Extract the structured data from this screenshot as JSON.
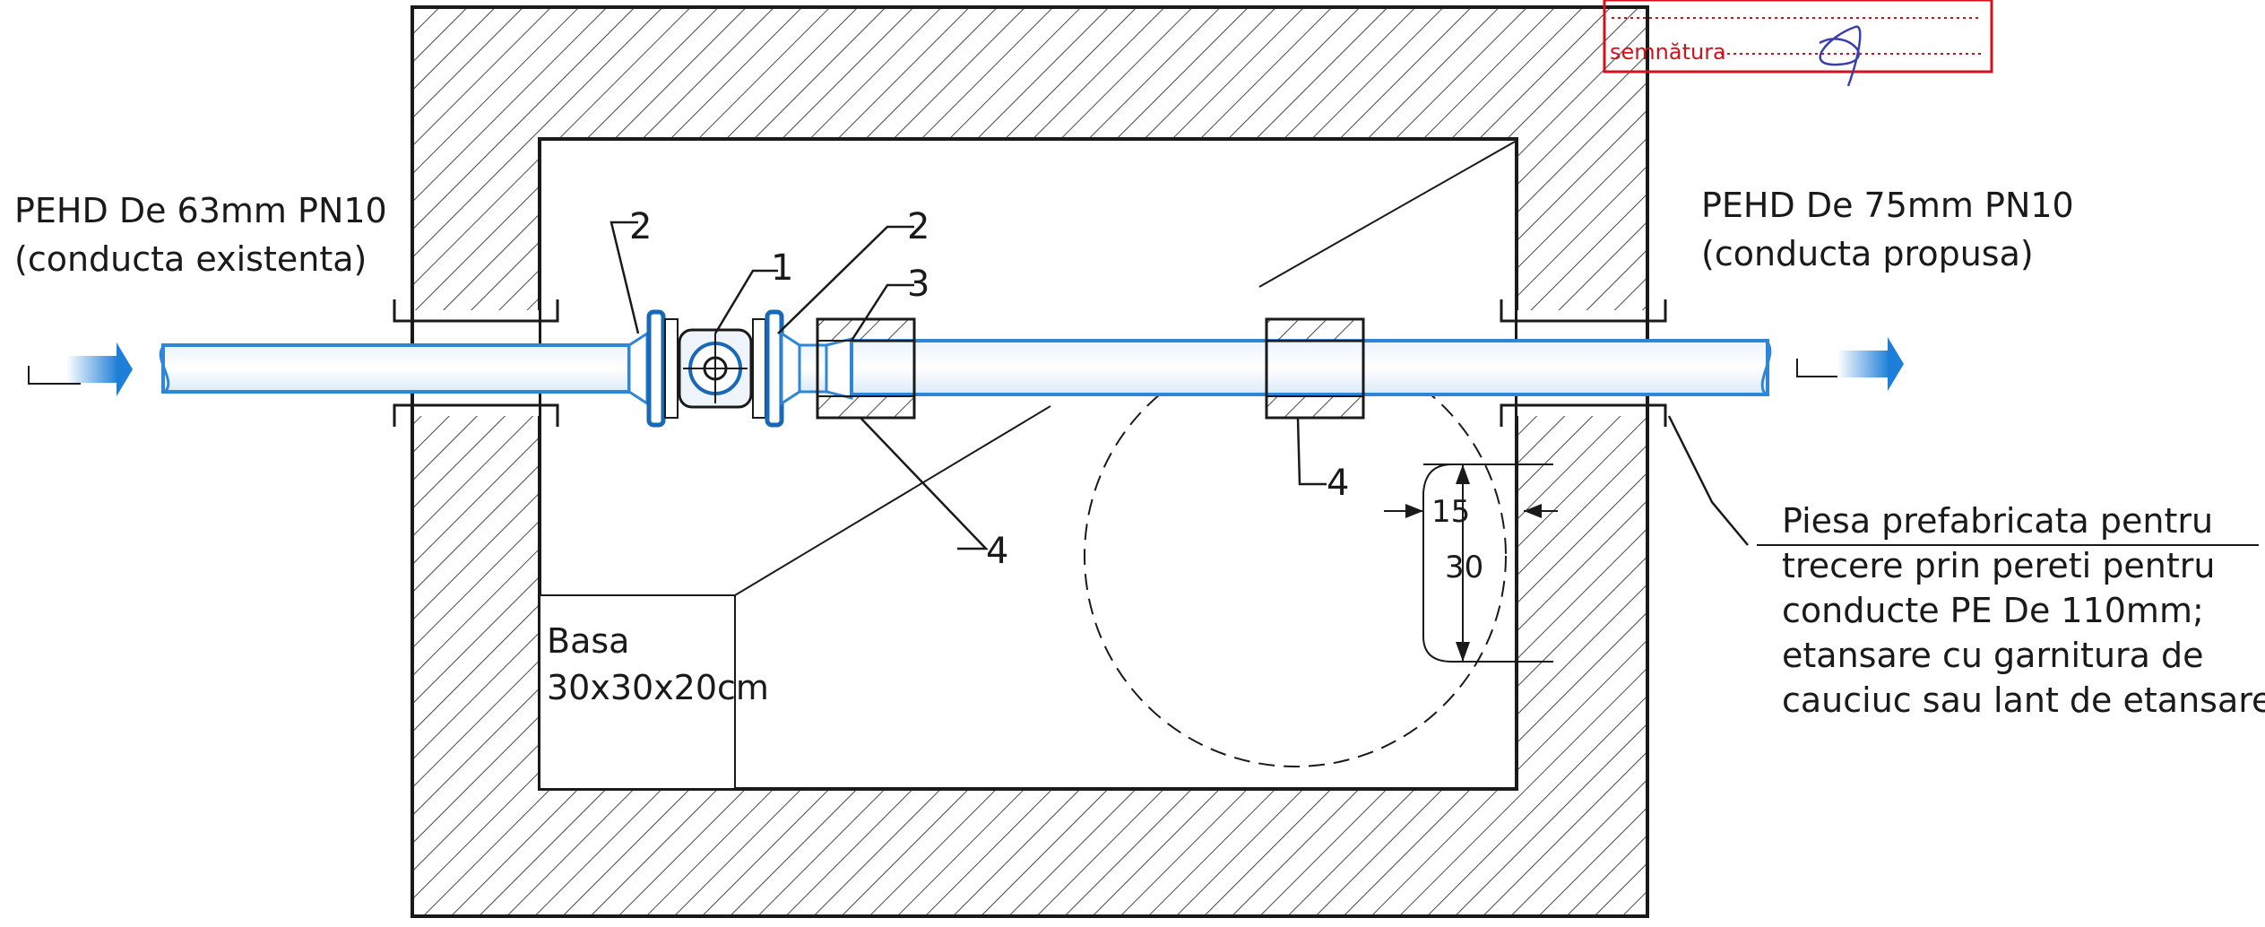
{
  "labels": {
    "inlet_line1": "PEHD De 63mm PN10",
    "inlet_line2": "(conducta existenta)",
    "outlet_line1": "PEHD De 75mm PN10",
    "outlet_line2": "(conducta propusa)",
    "base_line1": "Basa",
    "base_line2": "30x30x20cm",
    "note_lines": [
      "Piesa prefabricata pentru",
      "trecere prin pereti pentru",
      "conducte PE De 110mm;",
      "etansare cu garnitura de",
      "cauciuc sau lant de etansare"
    ]
  },
  "callouts": {
    "valve": "1",
    "flange_left": "2",
    "flange_right": "2",
    "reducer": "3",
    "support_left": "4",
    "support_right": "4"
  },
  "dimensions": {
    "inner": "15",
    "outer": "30"
  },
  "stamp": {
    "text": "semnătura",
    "color": "#d1121b"
  },
  "colors": {
    "pipe": "#2f86d6",
    "pipe_dark": "#1769b8",
    "line": "#1a1a1a"
  }
}
